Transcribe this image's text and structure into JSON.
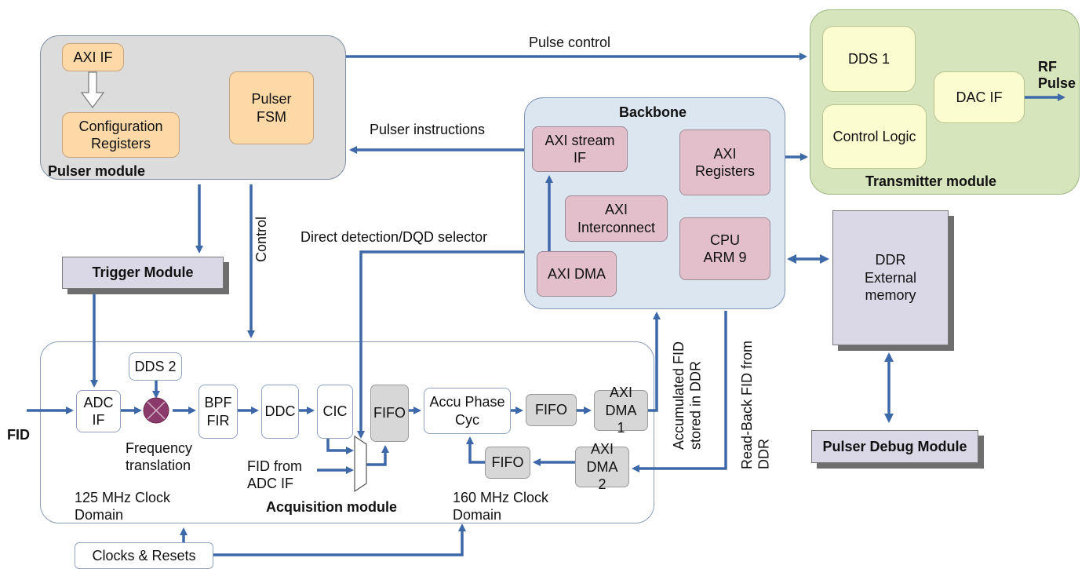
{
  "pulser": {
    "title": "Pulser module",
    "axi_if": "AXI IF",
    "config_registers": "Configuration Registers",
    "fsm": "Pulser FSM"
  },
  "backbone": {
    "title": "Backbone",
    "axi_stream_if": "AXI stream IF",
    "axi_registers": "AXI Registers",
    "axi_interconnect": "AXI Interconnect",
    "cpu": "CPU ARM 9",
    "axi_dma": "AXI DMA"
  },
  "transmitter": {
    "title": "Transmitter module",
    "dds1": "DDS 1",
    "dac_if": "DAC IF",
    "control_logic": "Control Logic"
  },
  "trigger_module": "Trigger Module",
  "ddr_memory": "DDR External memory",
  "pulser_debug_module": "Pulser Debug Module",
  "acquisition": {
    "title": "Acquisition module",
    "dds2": "DDS 2",
    "adc_if": "ADC IF",
    "bpf_fir": "BPF FIR",
    "ddc": "DDC",
    "cic": "CIC",
    "fifo_main": "FIFO",
    "accu": "Accu Phase Cyc",
    "fifo_a": "FIFO",
    "axi_dma1": "AXI DMA 1",
    "fifo_b": "FIFO",
    "axi_dma2": "AXI DMA 2",
    "freq_translation": "Frequency translation",
    "fid_from_adc": "FID from ADC IF",
    "clock_125": "125 MHz Clock Domain",
    "clock_160": "160 MHz Clock Domain"
  },
  "clocks_resets": "Clocks & Resets",
  "signals": {
    "pulse_control": "Pulse control",
    "pulser_instructions": "Pulser instructions",
    "control": "Control",
    "dqd_selector": "Direct detection/DQD selector",
    "accumulated_fid": "Accumulated FID stored in DDR",
    "readback_fid": "Read-Back FID from DDR",
    "rf_pulse": "RF Pulse",
    "fid": "FID"
  }
}
